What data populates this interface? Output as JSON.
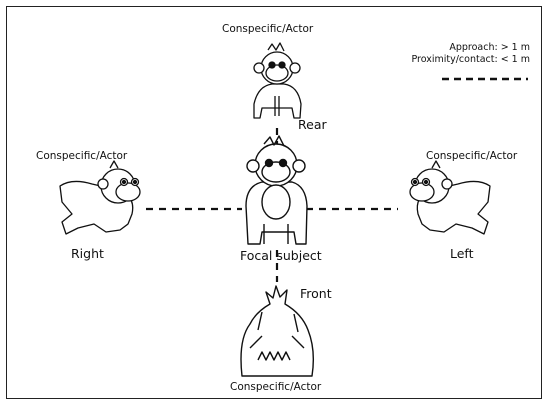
{
  "labels": {
    "top_actor": "Conspecific/Actor",
    "left_actor": "Conspecific/Actor",
    "right_actor": "Conspecific/Actor",
    "bottom_actor": "Conspecific/Actor",
    "rear": "Rear",
    "front": "Front",
    "right": "Right",
    "left": "Left",
    "focal": "Focal subject"
  },
  "legend": {
    "approach": "Approach: > 1 m",
    "proximity": "Proximity/contact: < 1 m"
  }
}
